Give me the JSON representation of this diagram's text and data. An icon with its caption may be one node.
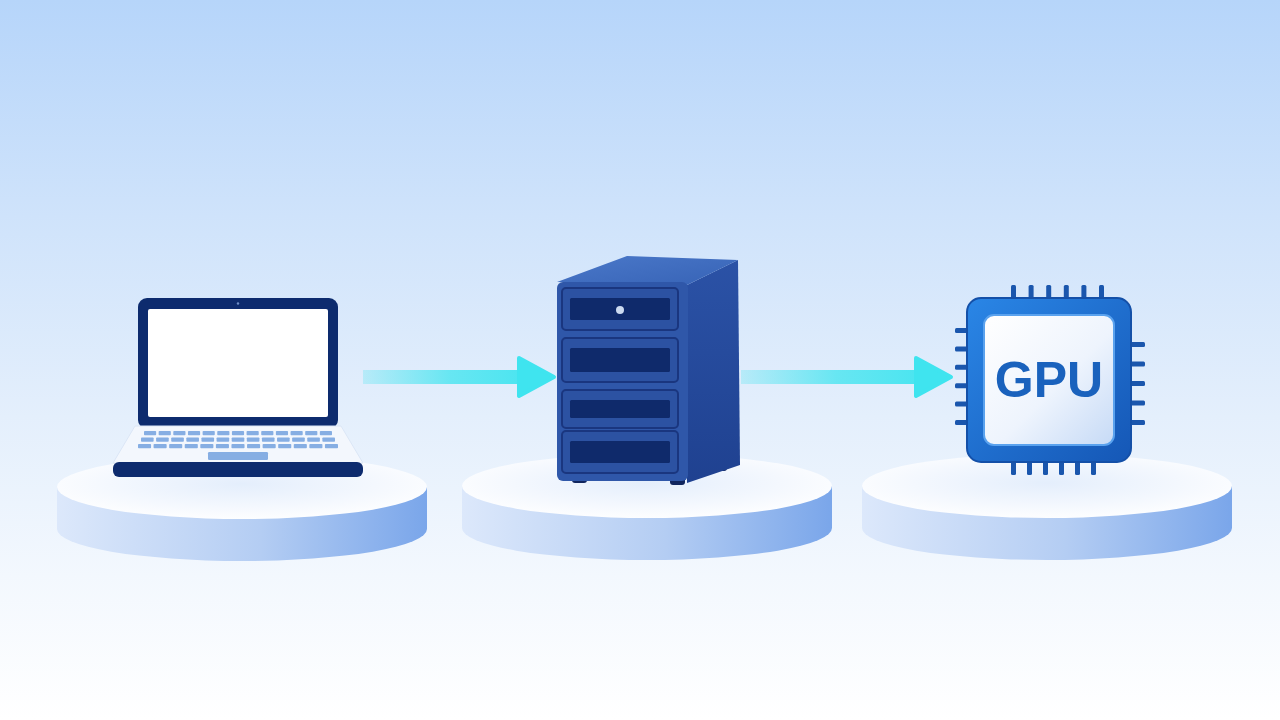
{
  "diagram": {
    "nodes": [
      {
        "text": [],
        "shape": "picture"
      },
      {
        "text": [],
        "shape": "picture"
      },
      {
        "text": [
          "GPU"
        ]
      }
    ],
    "edges": [
      {
        "from": 0,
        "to": 1,
        "arrow": "to"
      },
      {
        "from": 1,
        "to": 2,
        "arrow": "to"
      }
    ]
  }
}
